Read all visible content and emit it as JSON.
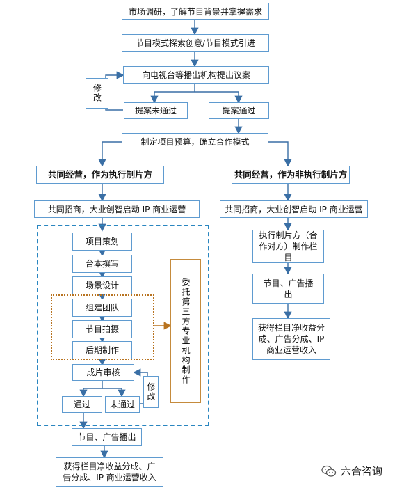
{
  "nodes": {
    "market_research": "市场调研，了解节目背景并掌握需求",
    "mode_explore": "节目模式探索创意/节目模式引进",
    "proposal": "向电视台等播出机构提出议案",
    "proposal_fail": "提案未通过",
    "proposal_pass": "提案通过",
    "revise1": "修改",
    "budget": "制定项目预算，确立合作模式",
    "left_branch": "共同经营，作为执行制片方",
    "right_branch": "共同经营，作为非执行制片方",
    "left_invest": "共同招商，大业创智启动 IP 商业运营",
    "right_invest": "共同招商，大业创智启动 IP 商业运营",
    "plan": "项目策划",
    "script": "台本撰写",
    "scene": "场景设计",
    "team": "组建团队",
    "shoot": "节目拍摄",
    "post": "后期制作",
    "third_party": "委托第三方专业机构制作",
    "review": "成片审核",
    "revise2": "修改",
    "review_pass": "通过",
    "review_fail": "未通过",
    "left_broadcast": "节目、广告播出",
    "left_income": "获得栏目净收益分成、广告分成、IP 商业运营收入",
    "right_exec": "执行制片方（合作对方）制作栏目",
    "right_broadcast": "节目、广告播出",
    "right_income": "获得栏目净收益分成、广告分成、IP 商业运营收入"
  },
  "watermark": {
    "text": "六合咨询",
    "icon": "wechat-icon"
  },
  "colors": {
    "box_border": "#5f9bd0",
    "arrow": "#3a6fa5",
    "dashed_frame": "#2a86c0",
    "dotted_frame": "#b87320",
    "third_party_border": "#c58b3d"
  }
}
